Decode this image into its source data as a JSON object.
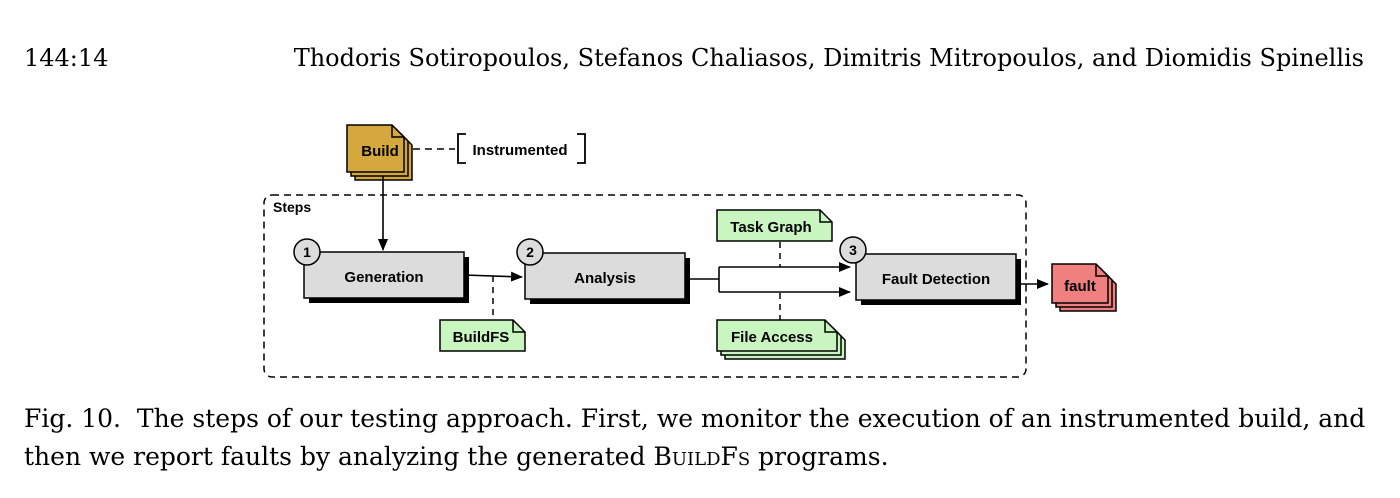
{
  "header": {
    "page_number": "144:14",
    "authors": "Thodoris Sotiropoulos, Stefanos Chaliasos, Dimitris Mitropoulos, and Diomidis Spinellis"
  },
  "figure": {
    "build_label": "Build",
    "instrumented_label": "Instrumented",
    "steps_label": "Steps",
    "step1_number": "1",
    "step1_label": "Generation",
    "step2_number": "2",
    "step2_label": "Analysis",
    "step3_number": "3",
    "step3_label": "Fault Detection",
    "buildfs_label": "BuildFS",
    "task_graph_label": "Task Graph",
    "file_access_label": "File Access",
    "fault_label": "fault",
    "colors": {
      "build_doc": "#d4a83c",
      "fault_doc": "#f08080",
      "artifact_doc": "#c8f5c0",
      "step_box": "#dcdcdc"
    }
  },
  "caption": {
    "fig_label": "Fig. 10.",
    "text_part1": "The steps of our testing approach. First, we monitor the execution of an instrumented build, and then we report faults by analyzing the generated ",
    "buildfs_name": "BuildFs",
    "text_part2": " programs."
  }
}
